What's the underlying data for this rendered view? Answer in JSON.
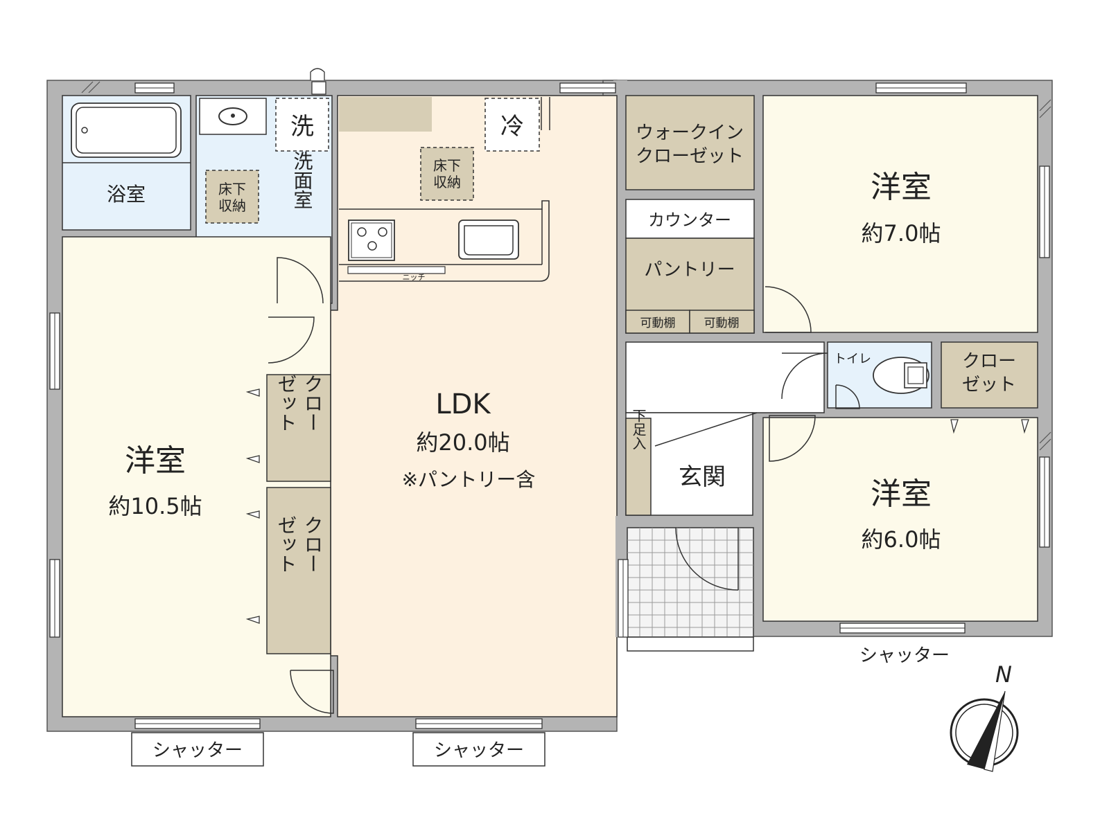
{
  "colors": {
    "wall": "#b4b4b4",
    "wall_edge": "#555555",
    "room_cream": "#fdfaea",
    "room_ldk": "#fdf1e0",
    "room_wet": "#e6f2fb",
    "storage": "#d7ceb5",
    "entrance_tile": "#f4f4f4",
    "line": "#3a3a3a"
  },
  "rooms": {
    "bath": {
      "name": "浴室"
    },
    "washroom": {
      "name": "洗面室"
    },
    "washer": {
      "name": "洗"
    },
    "fridge": {
      "name": "冷"
    },
    "underfloor_1": {
      "l1": "床下",
      "l2": "収納"
    },
    "underfloor_2": {
      "l1": "床下",
      "l2": "収納"
    },
    "niche": {
      "name": "ニッチ"
    },
    "ldk": {
      "name": "LDK",
      "size": "約20.0帖",
      "note": "※パントリー含"
    },
    "western_left": {
      "name": "洋室",
      "size": "約10.5帖"
    },
    "western_top_right": {
      "name": "洋室",
      "size": "約7.0帖"
    },
    "western_bottom_right": {
      "name": "洋室",
      "size": "約6.0帖"
    },
    "walkin": {
      "l1": "ウォークイン",
      "l2": "クローゼット"
    },
    "counter": {
      "name": "カウンター"
    },
    "pantry": {
      "name": "パントリー"
    },
    "shelf_1": {
      "name": "可動棚"
    },
    "shelf_2": {
      "name": "可動棚"
    },
    "toilet": {
      "name": "トイレ"
    },
    "closet_right": {
      "l1": "クロー",
      "l2": "ゼット"
    },
    "closet_left_1": {
      "c1": "クロー",
      "c2": "ゼット"
    },
    "closet_left_2": {
      "c1": "クロー",
      "c2": "ゼット"
    },
    "shoe": {
      "name": "下足入"
    },
    "entrance": {
      "name": "玄関"
    }
  },
  "shutters": [
    "シャッター",
    "シャッター",
    "シャッター"
  ],
  "compass": {
    "label": "N"
  }
}
